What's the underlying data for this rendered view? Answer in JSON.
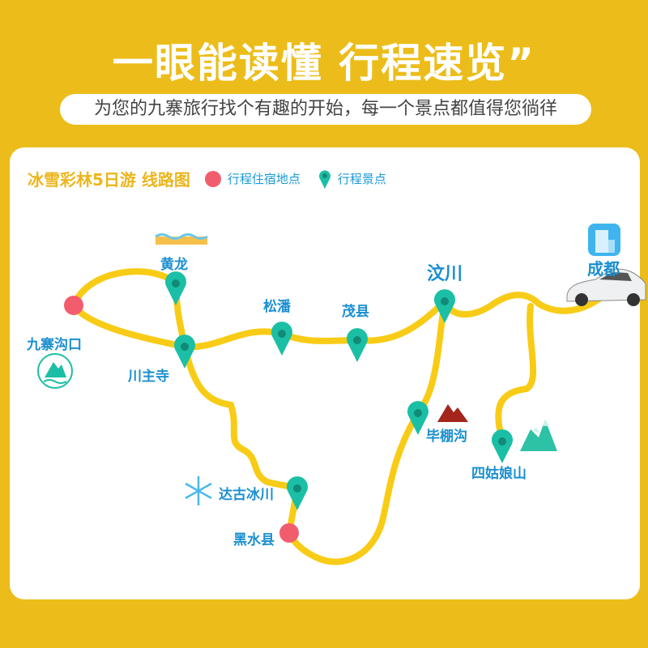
{
  "header": {
    "title": "一眼能读懂 行程速览”",
    "subtitle": "为您的九寨旅行找个有趣的开始，每一个景点都值得您徜徉"
  },
  "legend": {
    "title": "冰雪彩林5日游 线路图",
    "stay_label": "行程住宿地点",
    "spot_label": "行程景点"
  },
  "colors": {
    "background": "#ecbd1a",
    "route": "#f8cc16",
    "stay": "#f25d6e",
    "spot": "#1bbfa5",
    "label": "#1a8fd0"
  },
  "stays": [
    {
      "name": "九寨沟口"
    },
    {
      "name": "黑水县"
    }
  ],
  "spots": [
    {
      "name": "黄龙"
    },
    {
      "name": "川主寺"
    },
    {
      "name": "松潘"
    },
    {
      "name": "茂县"
    },
    {
      "name": "汶川"
    },
    {
      "name": "毕棚沟"
    },
    {
      "name": "四姑娘山"
    },
    {
      "name": "达古冰川"
    }
  ],
  "start": {
    "name": "成都",
    "icons": [
      "building-icon",
      "car-icon"
    ]
  }
}
